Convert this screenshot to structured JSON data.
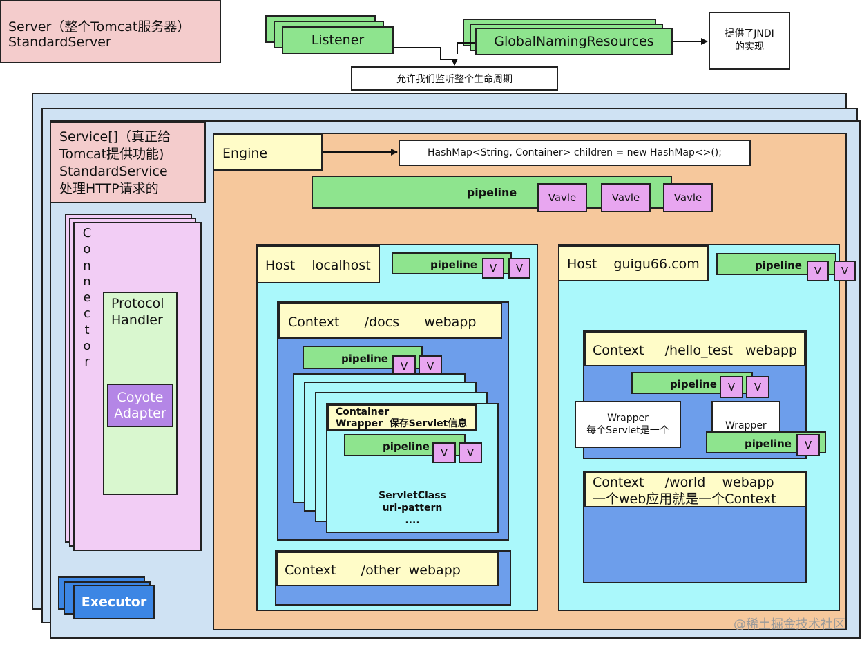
{
  "colors": {
    "server_bg": "#f4cccc",
    "service_outer": "#cfe2f3",
    "engine_bg": "#f6c89c",
    "label_yellow": "#fffcc8",
    "green": "#8ee48e",
    "valve": "#e8a6f0",
    "host_bg": "#aaf8fb",
    "context_blue": "#6d9eeb",
    "connector": "#f2cdf5",
    "protocol": "#d9f7cf",
    "adapter": "#b486e6",
    "executor": "#3c86e4"
  },
  "server": {
    "line1": "Server（整个Tomcat服务器）",
    "line2": "StandardServer"
  },
  "listener": {
    "label": "Listener"
  },
  "global_naming": {
    "label": "GlobalNamingResources"
  },
  "jndi_note": {
    "line1": "提供了JNDI",
    "line2": "的实现"
  },
  "lifecycle_note": {
    "label": "允许我们监听整个生命周期"
  },
  "service": {
    "line1": "Service[]（真正给",
    "line2": "Tomcat提供功能)",
    "line3": "StandardService",
    "line4": "处理HTTP请求的"
  },
  "connector": {
    "letters": [
      "C",
      "o",
      "n",
      "n",
      "e",
      "c",
      "t",
      "o",
      "r"
    ]
  },
  "protocol_handler": {
    "line1": "Protocol",
    "line2": "Handler"
  },
  "coyote_adapter": {
    "line1": "Coyote",
    "line2": "Adapter"
  },
  "executor": {
    "label": "Executor"
  },
  "engine": {
    "label": "Engine",
    "children_note": "HashMap<String, Container> children = new HashMap<>();",
    "pipeline": "pipeline",
    "valves": [
      "Vavle",
      "Vavle",
      "Vavle"
    ]
  },
  "host_localhost": {
    "label": "Host    localhost",
    "pipeline": "pipeline",
    "v1": "V",
    "v2": "V",
    "ctx_docs": {
      "label": "Context      /docs      webapp",
      "pipeline": "pipeline",
      "v1": "V",
      "v2": "V",
      "container_line1": "Container",
      "container_line2": "Wrapper  保存Servlet信息",
      "inner_pipeline": "pipeline",
      "inner_v1": "V",
      "inner_v2": "V",
      "servlet_line1": "ServletClass",
      "servlet_line2": "url-pattern",
      "servlet_line3": "...."
    },
    "ctx_other": {
      "label": "Context      /other  webapp"
    }
  },
  "host_guigu": {
    "label": "Host    guigu66.com",
    "pipeline": "pipeline",
    "v1": "V",
    "v2": "V",
    "ctx_hello": {
      "label": "Context     /hello_test   webapp",
      "pipeline": "pipeline",
      "v1": "V",
      "v2": "V",
      "wrapper1_line1": "Wrapper",
      "wrapper1_line2": "每个Servlet是一个",
      "wrapper2": "Wrapper",
      "wrapper2_pipeline": "pipeline",
      "wrapper2_v": "V"
    },
    "ctx_world": {
      "line1": "Context     /world    webapp",
      "line2": "一个web应用就是一个Context"
    }
  },
  "watermark": "@稀土掘金技术社区"
}
